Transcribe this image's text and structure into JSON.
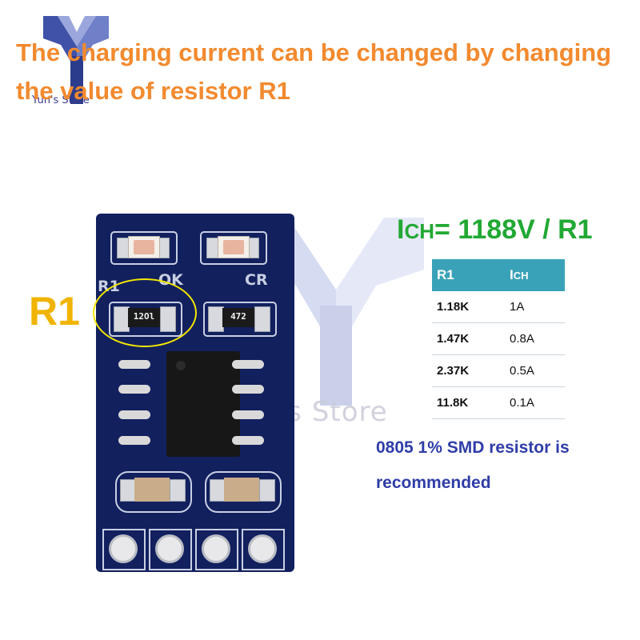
{
  "logo": {
    "store_name": "Yun's Store"
  },
  "headline": {
    "line1": "The charging current can be changed by changing",
    "line2": "the value of resistor R1"
  },
  "watermark": {
    "text": "Yun's Store"
  },
  "pcb": {
    "label_r1": "R1",
    "label_ok": "OK",
    "label_cr": "CR",
    "resistor_r1_code": "12Ol",
    "resistor_2_code": "472"
  },
  "callout": {
    "r1_label": "R1"
  },
  "formula": {
    "lhs": "I",
    "lhs_sub": "CH",
    "eq": "=",
    "rhs": "1188V / R1"
  },
  "table": {
    "headers": [
      "R1",
      "I",
      "CH"
    ],
    "rows": [
      [
        "1.18K",
        "1A"
      ],
      [
        "1.47K",
        "0.8A"
      ],
      [
        "2.37K",
        "0.5A"
      ],
      [
        "11.8K",
        "0.1A"
      ]
    ]
  },
  "note": {
    "line1": "0805 1% SMD resistor is",
    "line2": "recommended"
  },
  "colors": {
    "headline": "#f28a2f",
    "formula": "#22a834",
    "table_header": "#3aa2b8",
    "note": "#2f3da8",
    "r1_callout": "#f0b400",
    "pcb": "#12205e"
  }
}
